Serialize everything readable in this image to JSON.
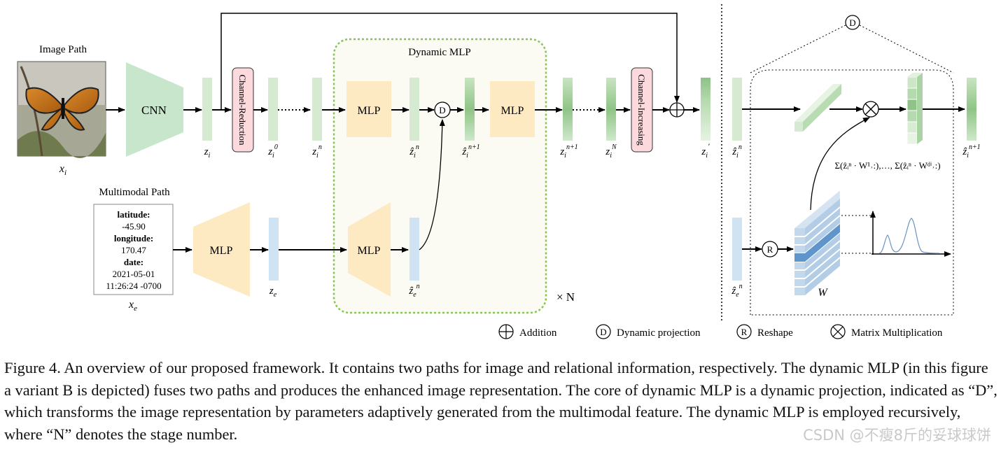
{
  "image_path": {
    "title": "Image Path",
    "input": "x",
    "input_sub": "i"
  },
  "multimodal_path": {
    "title": "Multimodal Path",
    "input": "x",
    "input_sub": "e",
    "card": {
      "lat_label": "latitude:",
      "lat_value": "-45.90",
      "lon_label": "longitude:",
      "lon_value": "170.47",
      "date_label": "date:",
      "date_value": "2021-05-01",
      "time_value": "11:26:24 -0700"
    }
  },
  "blocks": {
    "cnn": "CNN",
    "mlp": "MLP",
    "channel_reduction": "Channel-Reduction",
    "channel_increasing": "Channel-Increasing",
    "dynamic_mlp": "Dynamic MLP",
    "repeat": "× N"
  },
  "symbols": {
    "dynamic": "D",
    "reshape": "R"
  },
  "features": {
    "zi": {
      "base": "z",
      "sub": "i",
      "sup": ""
    },
    "zi0": {
      "base": "z",
      "sub": "i",
      "sup": "0"
    },
    "zin": {
      "base": "z",
      "sub": "i",
      "sup": "n"
    },
    "zhat_in": {
      "base": "ẑ",
      "sub": "i",
      "sup": "n"
    },
    "zhat_in1": {
      "base": "ẑ",
      "sub": "i",
      "sup": "n+1"
    },
    "zin1": {
      "base": "z",
      "sub": "i",
      "sup": "n+1"
    },
    "ziN": {
      "base": "z",
      "sub": "i",
      "sup": "N"
    },
    "zi_prime": {
      "base": "z",
      "sub": "i",
      "sup": "′"
    },
    "ze": {
      "base": "z",
      "sub": "e",
      "sup": ""
    },
    "zhat_en": {
      "base": "ẑ",
      "sub": "e",
      "sup": "n"
    }
  },
  "detail": {
    "formula": "Σ(ẑᵢⁿ · W¹˒:),…, Σ(ẑᵢⁿ · Wᵈⁱ˒:)",
    "weight_label": "W"
  },
  "legend": [
    {
      "symbol": "addition",
      "label": "Addition"
    },
    {
      "symbol": "D",
      "label": "Dynamic projection"
    },
    {
      "symbol": "R",
      "label": "Reshape"
    },
    {
      "symbol": "matmul",
      "label": "Matrix Multiplication"
    }
  ],
  "caption": "Figure 4. An overview of our proposed framework. It contains two paths for image and relational information, respectively. The dynamic MLP (in this figure a variant B is depicted) fuses two paths and produces the enhanced image representation. The core of dynamic MLP is a dynamic projection, indicated as “D”, which transforms the image representation by parameters adaptively generated from the multimodal feature. The dynamic MLP is employed recursively, where “N” denotes the stage number.",
  "watermark": "CSDN @不瘦8斤的妥球球饼",
  "colors": {
    "green_feature": "#d5ead0",
    "blue_feature": "#cfe3f3",
    "mlp_fill": "#fde9c2",
    "cnn_fill": "#c7e6cb",
    "dynamic_border": "#86c655",
    "dynamic_fill": "#fbfbf3",
    "channel_fill": "#fbd9dc"
  }
}
